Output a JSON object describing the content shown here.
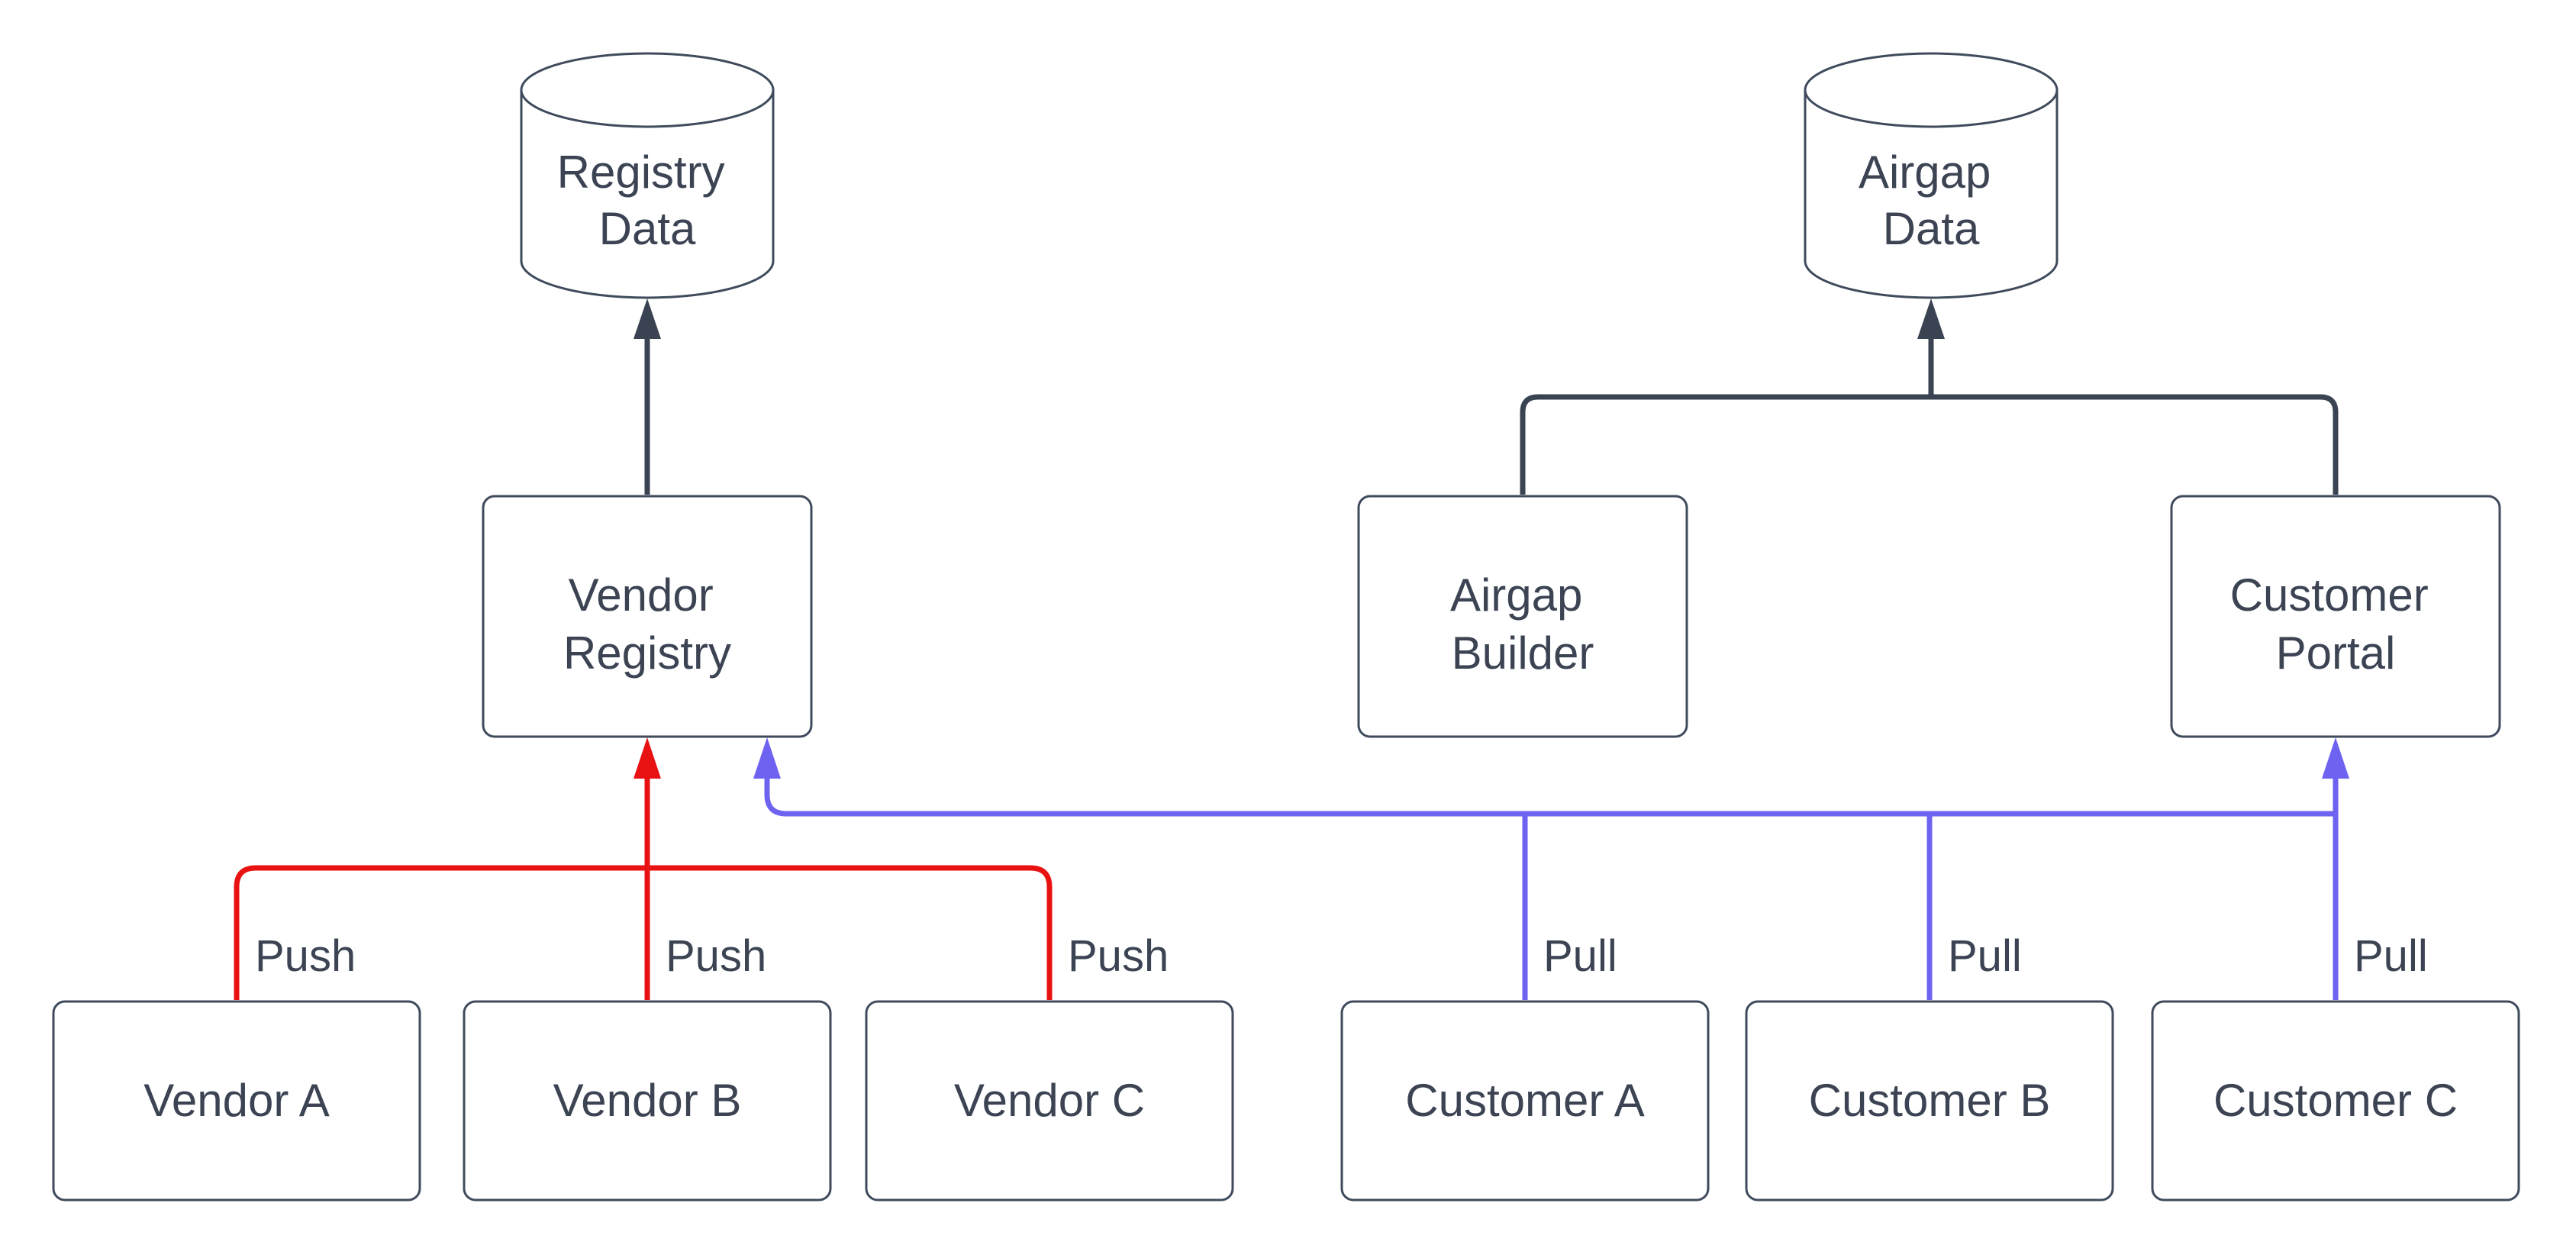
{
  "page": {
    "background": "#ffffff"
  },
  "colors": {
    "node_border": "#3f4b5c",
    "node_fill": "#ffffff",
    "text": "#3c4454",
    "store_edge": "#3a4352",
    "push_edge": "#e81212",
    "pull_edge": "#6e63f1"
  },
  "nodes": {
    "registry_data": {
      "shape": "cylinder",
      "lines": [
        "Registry",
        "Data"
      ]
    },
    "airgap_data": {
      "shape": "cylinder",
      "lines": [
        "Airgap",
        "Data"
      ]
    },
    "vendor_registry": {
      "shape": "rounded-rect",
      "lines": [
        "Vendor",
        "Registry"
      ]
    },
    "airgap_builder": {
      "shape": "rounded-rect",
      "lines": [
        "Airgap",
        "Builder"
      ]
    },
    "customer_portal": {
      "shape": "rounded-rect",
      "lines": [
        "Customer",
        "Portal"
      ]
    },
    "vendor_a": {
      "shape": "rounded-rect",
      "label": "Vendor A"
    },
    "vendor_b": {
      "shape": "rounded-rect",
      "label": "Vendor B"
    },
    "vendor_c": {
      "shape": "rounded-rect",
      "label": "Vendor C"
    },
    "customer_a": {
      "shape": "rounded-rect",
      "label": "Customer A"
    },
    "customer_b": {
      "shape": "rounded-rect",
      "label": "Customer B"
    },
    "customer_c": {
      "shape": "rounded-rect",
      "label": "Customer C"
    }
  },
  "edges": {
    "store_writes": [
      {
        "from": "vendor_registry",
        "to": "registry_data"
      },
      {
        "from": "airgap_builder",
        "to": "airgap_data"
      },
      {
        "from": "customer_portal",
        "to": "airgap_data"
      }
    ],
    "push": [
      {
        "from": "vendor_a",
        "to": "vendor_registry",
        "label": "Push"
      },
      {
        "from": "vendor_b",
        "to": "vendor_registry",
        "label": "Push"
      },
      {
        "from": "vendor_c",
        "to": "vendor_registry",
        "label": "Push"
      }
    ],
    "pull": [
      {
        "from": "customer_a",
        "to": [
          "vendor_registry",
          "customer_portal"
        ],
        "label": "Pull"
      },
      {
        "from": "customer_b",
        "to": [
          "vendor_registry",
          "customer_portal"
        ],
        "label": "Pull"
      },
      {
        "from": "customer_c",
        "to": [
          "vendor_registry",
          "customer_portal"
        ],
        "label": "Pull"
      }
    ]
  }
}
